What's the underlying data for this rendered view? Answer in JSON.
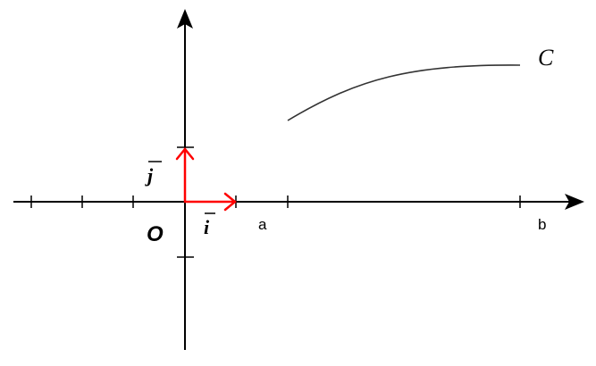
{
  "labels": {
    "origin": "O",
    "vector_i": "i",
    "vector_j": "j",
    "point_a": "a",
    "point_b": "b",
    "curve": "C"
  },
  "colors": {
    "axes": "#000000",
    "basis_vectors": "#ff0000",
    "curve": "#333333"
  }
}
